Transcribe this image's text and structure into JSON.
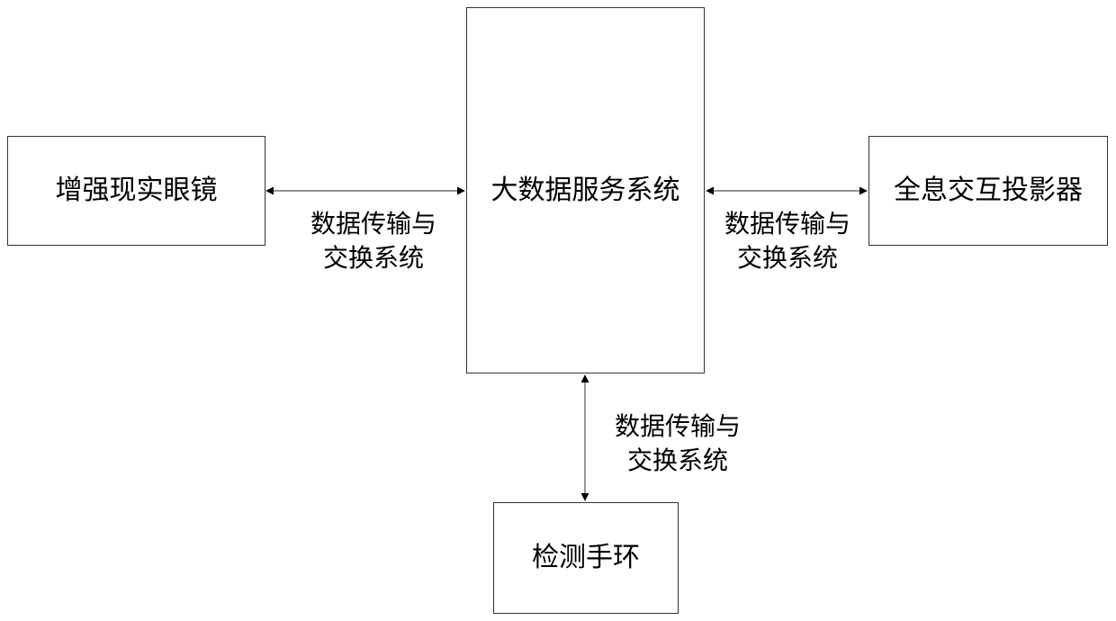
{
  "nodes": {
    "ar_glasses": "增强现实眼镜",
    "big_data_service": "大数据服务系统",
    "holographic_projector": "全息交互投影器",
    "detection_bracelet": "检测手环"
  },
  "links": {
    "left": {
      "line1": "数据传输与",
      "line2": "交换系统"
    },
    "right": {
      "line1": "数据传输与",
      "line2": "交换系统"
    },
    "bottom": {
      "line1": "数据传输与",
      "line2": "交换系统"
    }
  }
}
